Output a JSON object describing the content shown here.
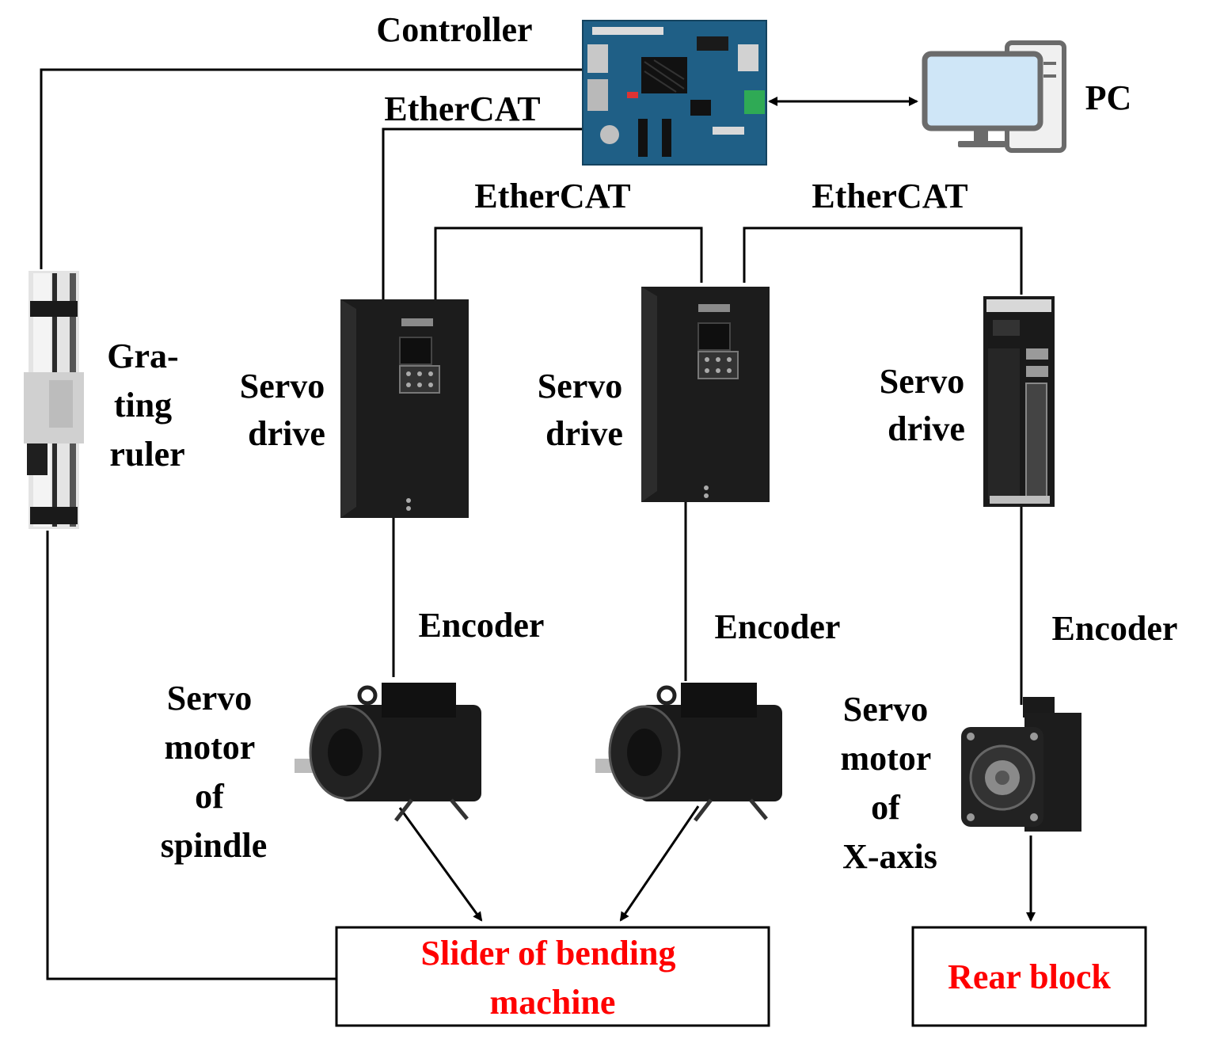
{
  "labels": {
    "controller": "Controller",
    "pc": "PC",
    "ethercat_1": "EtherCAT",
    "ethercat_2": "EtherCAT",
    "ethercat_3": "EtherCAT",
    "grating_ruler": [
      "Gra-",
      "ting",
      "ruler"
    ],
    "servo_drive_1": [
      "Servo",
      "drive"
    ],
    "servo_drive_2": [
      "Servo",
      "drive"
    ],
    "servo_drive_3": [
      "Servo",
      "drive"
    ],
    "encoder_1": "Encoder",
    "encoder_2": "Encoder",
    "encoder_3": "Encoder",
    "servo_motor_spindle": [
      "Servo",
      "motor",
      "of",
      "spindle"
    ],
    "servo_motor_x_axis": [
      "Servo",
      "motor",
      "of",
      "X-axis"
    ],
    "slider_box": [
      "Slider of bending",
      "machine"
    ],
    "rear_block_box": "Rear block"
  },
  "colors": {
    "line": "#000000",
    "highlight_text": "#ff0000",
    "pcb": "#1f5f86",
    "drive_body": "#1c1c1c",
    "monitor_screen": "#cfe6f7",
    "monitor_frame": "#6b6b6b"
  }
}
